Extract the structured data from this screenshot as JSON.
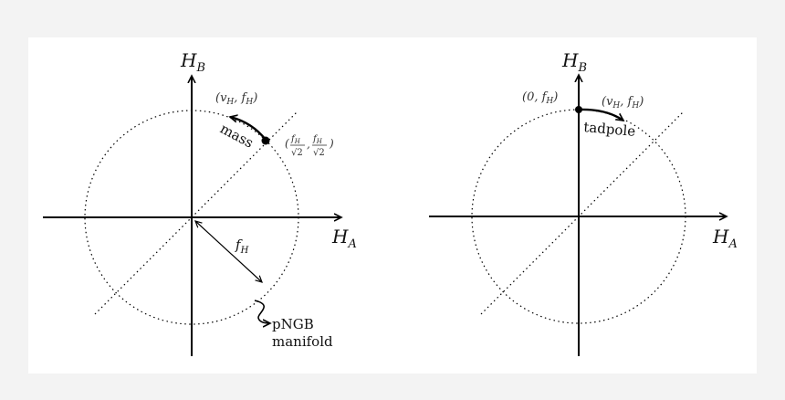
{
  "left_diagram": {
    "axis_v_label": "H",
    "axis_v_sub": "B",
    "axis_h_label": "H",
    "axis_h_sub": "A",
    "point_top_label": "(v",
    "point_top_sub1": "H",
    "point_top_mid": ", f",
    "point_top_sub2": "H",
    "point_top_end": ")",
    "mass_label": "mass",
    "diag_point_open": "(",
    "diag_frac_num": "f",
    "diag_frac_num_sub": "H",
    "diag_frac_den": "√2",
    "diag_comma": ",",
    "diag_point_close": ")",
    "radius_label": "f",
    "radius_sub": "H",
    "manifold_line1": "pNGB",
    "manifold_line2": "manifold"
  },
  "right_diagram": {
    "axis_v_label": "H",
    "axis_v_sub": "B",
    "axis_h_label": "H",
    "axis_h_sub": "A",
    "point_origin_label": "(0, f",
    "point_origin_sub": "H",
    "point_origin_end": ")",
    "point_label": "(v",
    "point_sub1": "H",
    "point_mid": ", f",
    "point_sub2": "H",
    "point_end": ")",
    "tadpole_label": "tadpole"
  }
}
